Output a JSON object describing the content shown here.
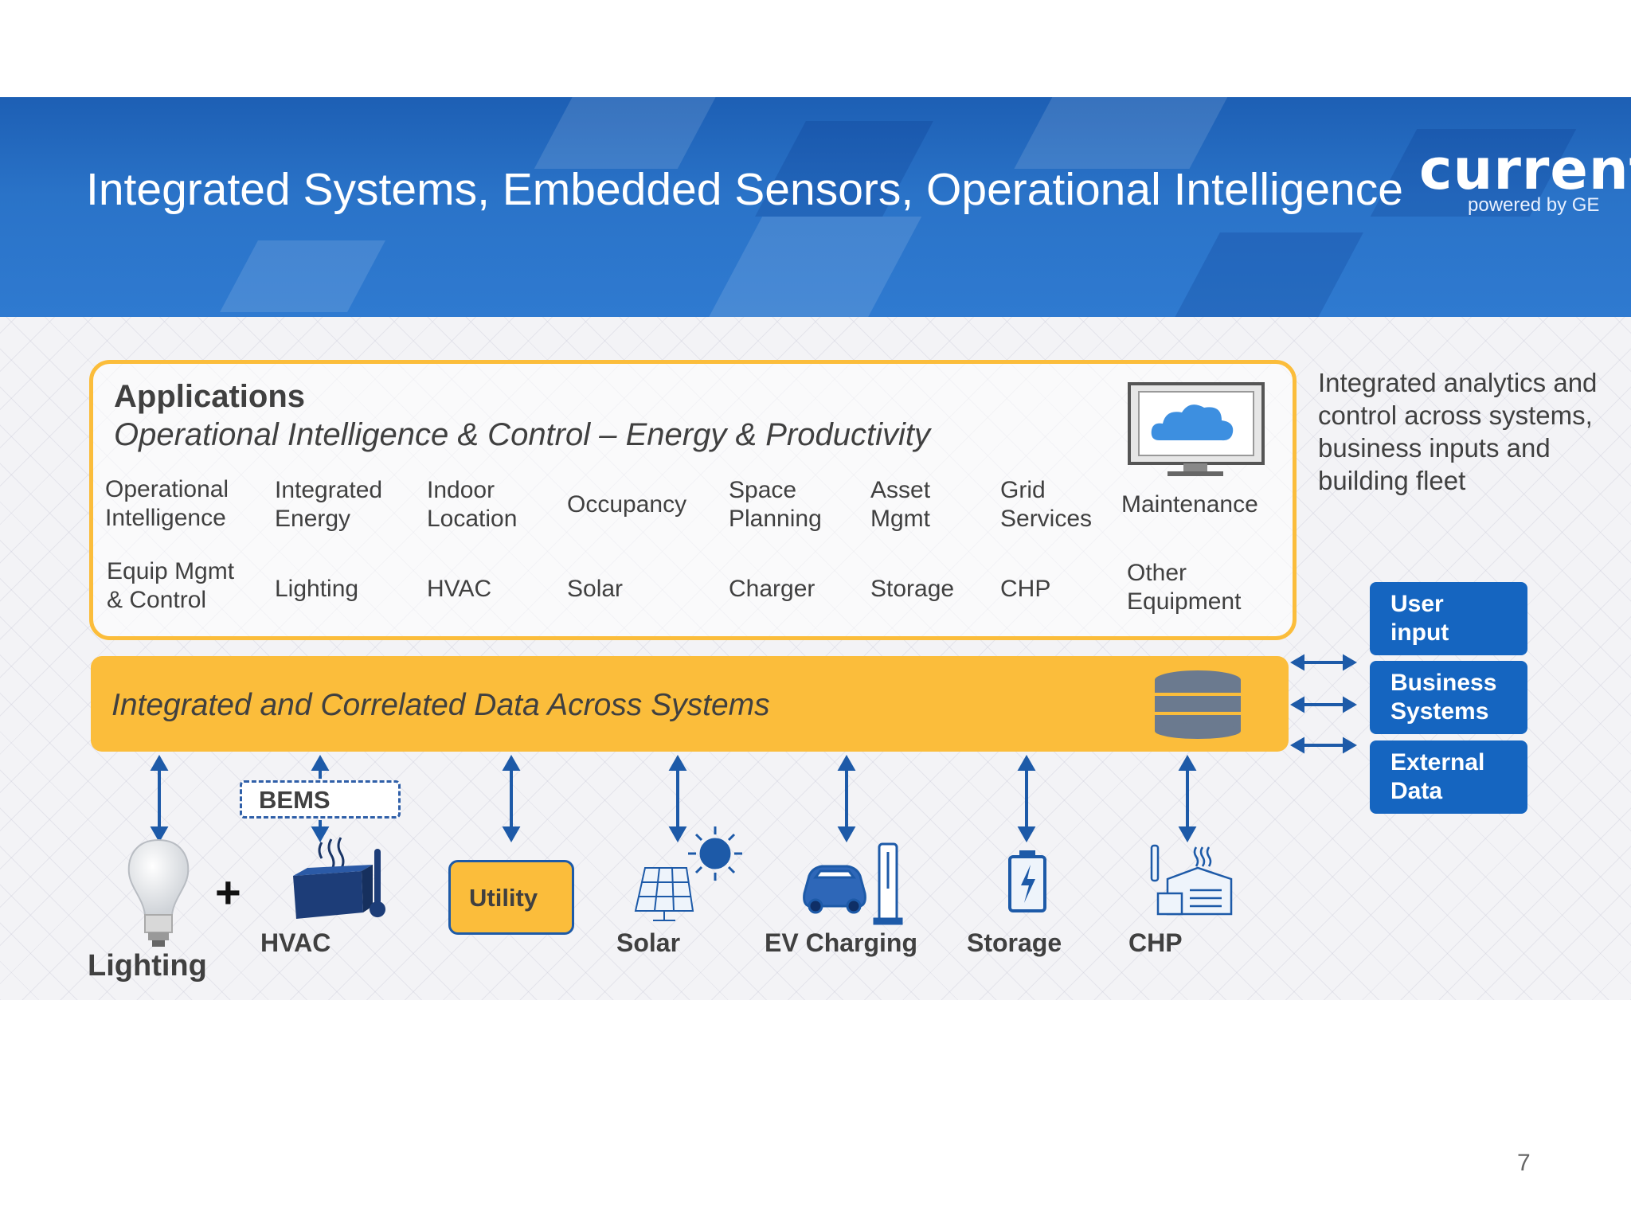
{
  "header": {
    "title": "Integrated Systems, Embedded Sensors, Operational Intelligence",
    "logo_word": "current",
    "logo_sub": "powered by GE"
  },
  "applications": {
    "title": "Applications",
    "subtitle": "Operational Intelligence & Control – Energy & Productivity",
    "row1": [
      "Operational\nIntelligence",
      "Integrated\nEnergy",
      "Indoor\nLocation",
      "Occupancy",
      "Space\nPlanning",
      "Asset\nMgmt",
      "Grid\nServices",
      "Maintenance"
    ],
    "row2": [
      "Equip Mgmt\n& Control",
      "Lighting",
      "HVAC",
      "Solar",
      "Charger",
      "Storage",
      "CHP",
      "Other\nEquipment"
    ]
  },
  "data_bar": {
    "label": "Integrated and Correlated Data Across Systems"
  },
  "side_text": "Integrated analytics and control across systems, business inputs and building fleet",
  "side_buttons": [
    "User\ninput",
    "Business\nSystems",
    "External\nData"
  ],
  "devices": {
    "lighting": "Lighting",
    "plus": "+",
    "hvac": "HVAC",
    "bems": "BEMS",
    "utility": "Utility",
    "solar": "Solar",
    "ev_charging": "EV Charging",
    "storage": "Storage",
    "chp": "CHP"
  },
  "colors": {
    "accent_yellow": "#fbbd3b",
    "brand_blue": "#1565c0",
    "arrow_blue": "#1d5aa8"
  },
  "page_number": "7"
}
